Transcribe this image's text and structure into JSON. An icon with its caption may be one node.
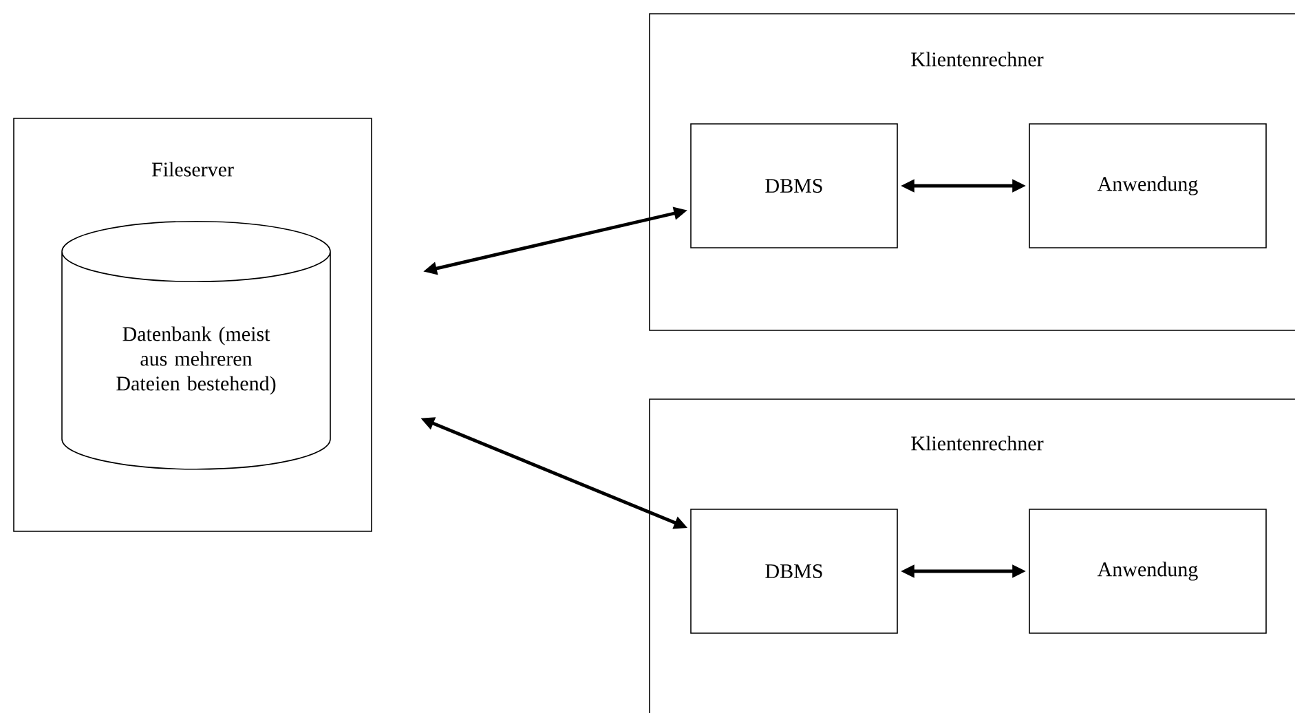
{
  "diagram": {
    "nodes": [
      {
        "text": [
          "Fileserver"
        ]
      },
      {
        "text": [
          "Datenbank (meist aus mehreren Dateien bestehend)"
        ],
        "in": 0
      },
      {
        "text": [
          "Klientenrechner"
        ]
      },
      {
        "text": [
          "DBMS"
        ],
        "in": 2
      },
      {
        "text": [
          "Anwendung"
        ],
        "in": 2
      },
      {
        "text": [
          "Klientenrechner"
        ]
      },
      {
        "text": [
          "DBMS"
        ],
        "in": 5
      },
      {
        "text": [
          "Anwendung"
        ],
        "in": 5
      }
    ],
    "edges": [
      {
        "from": 0,
        "to": 3,
        "arrow": "both"
      },
      {
        "from": 0,
        "to": 6,
        "arrow": "both"
      },
      {
        "from": 3,
        "to": 4,
        "arrow": "both"
      },
      {
        "from": 6,
        "to": 7,
        "arrow": "both"
      }
    ]
  }
}
